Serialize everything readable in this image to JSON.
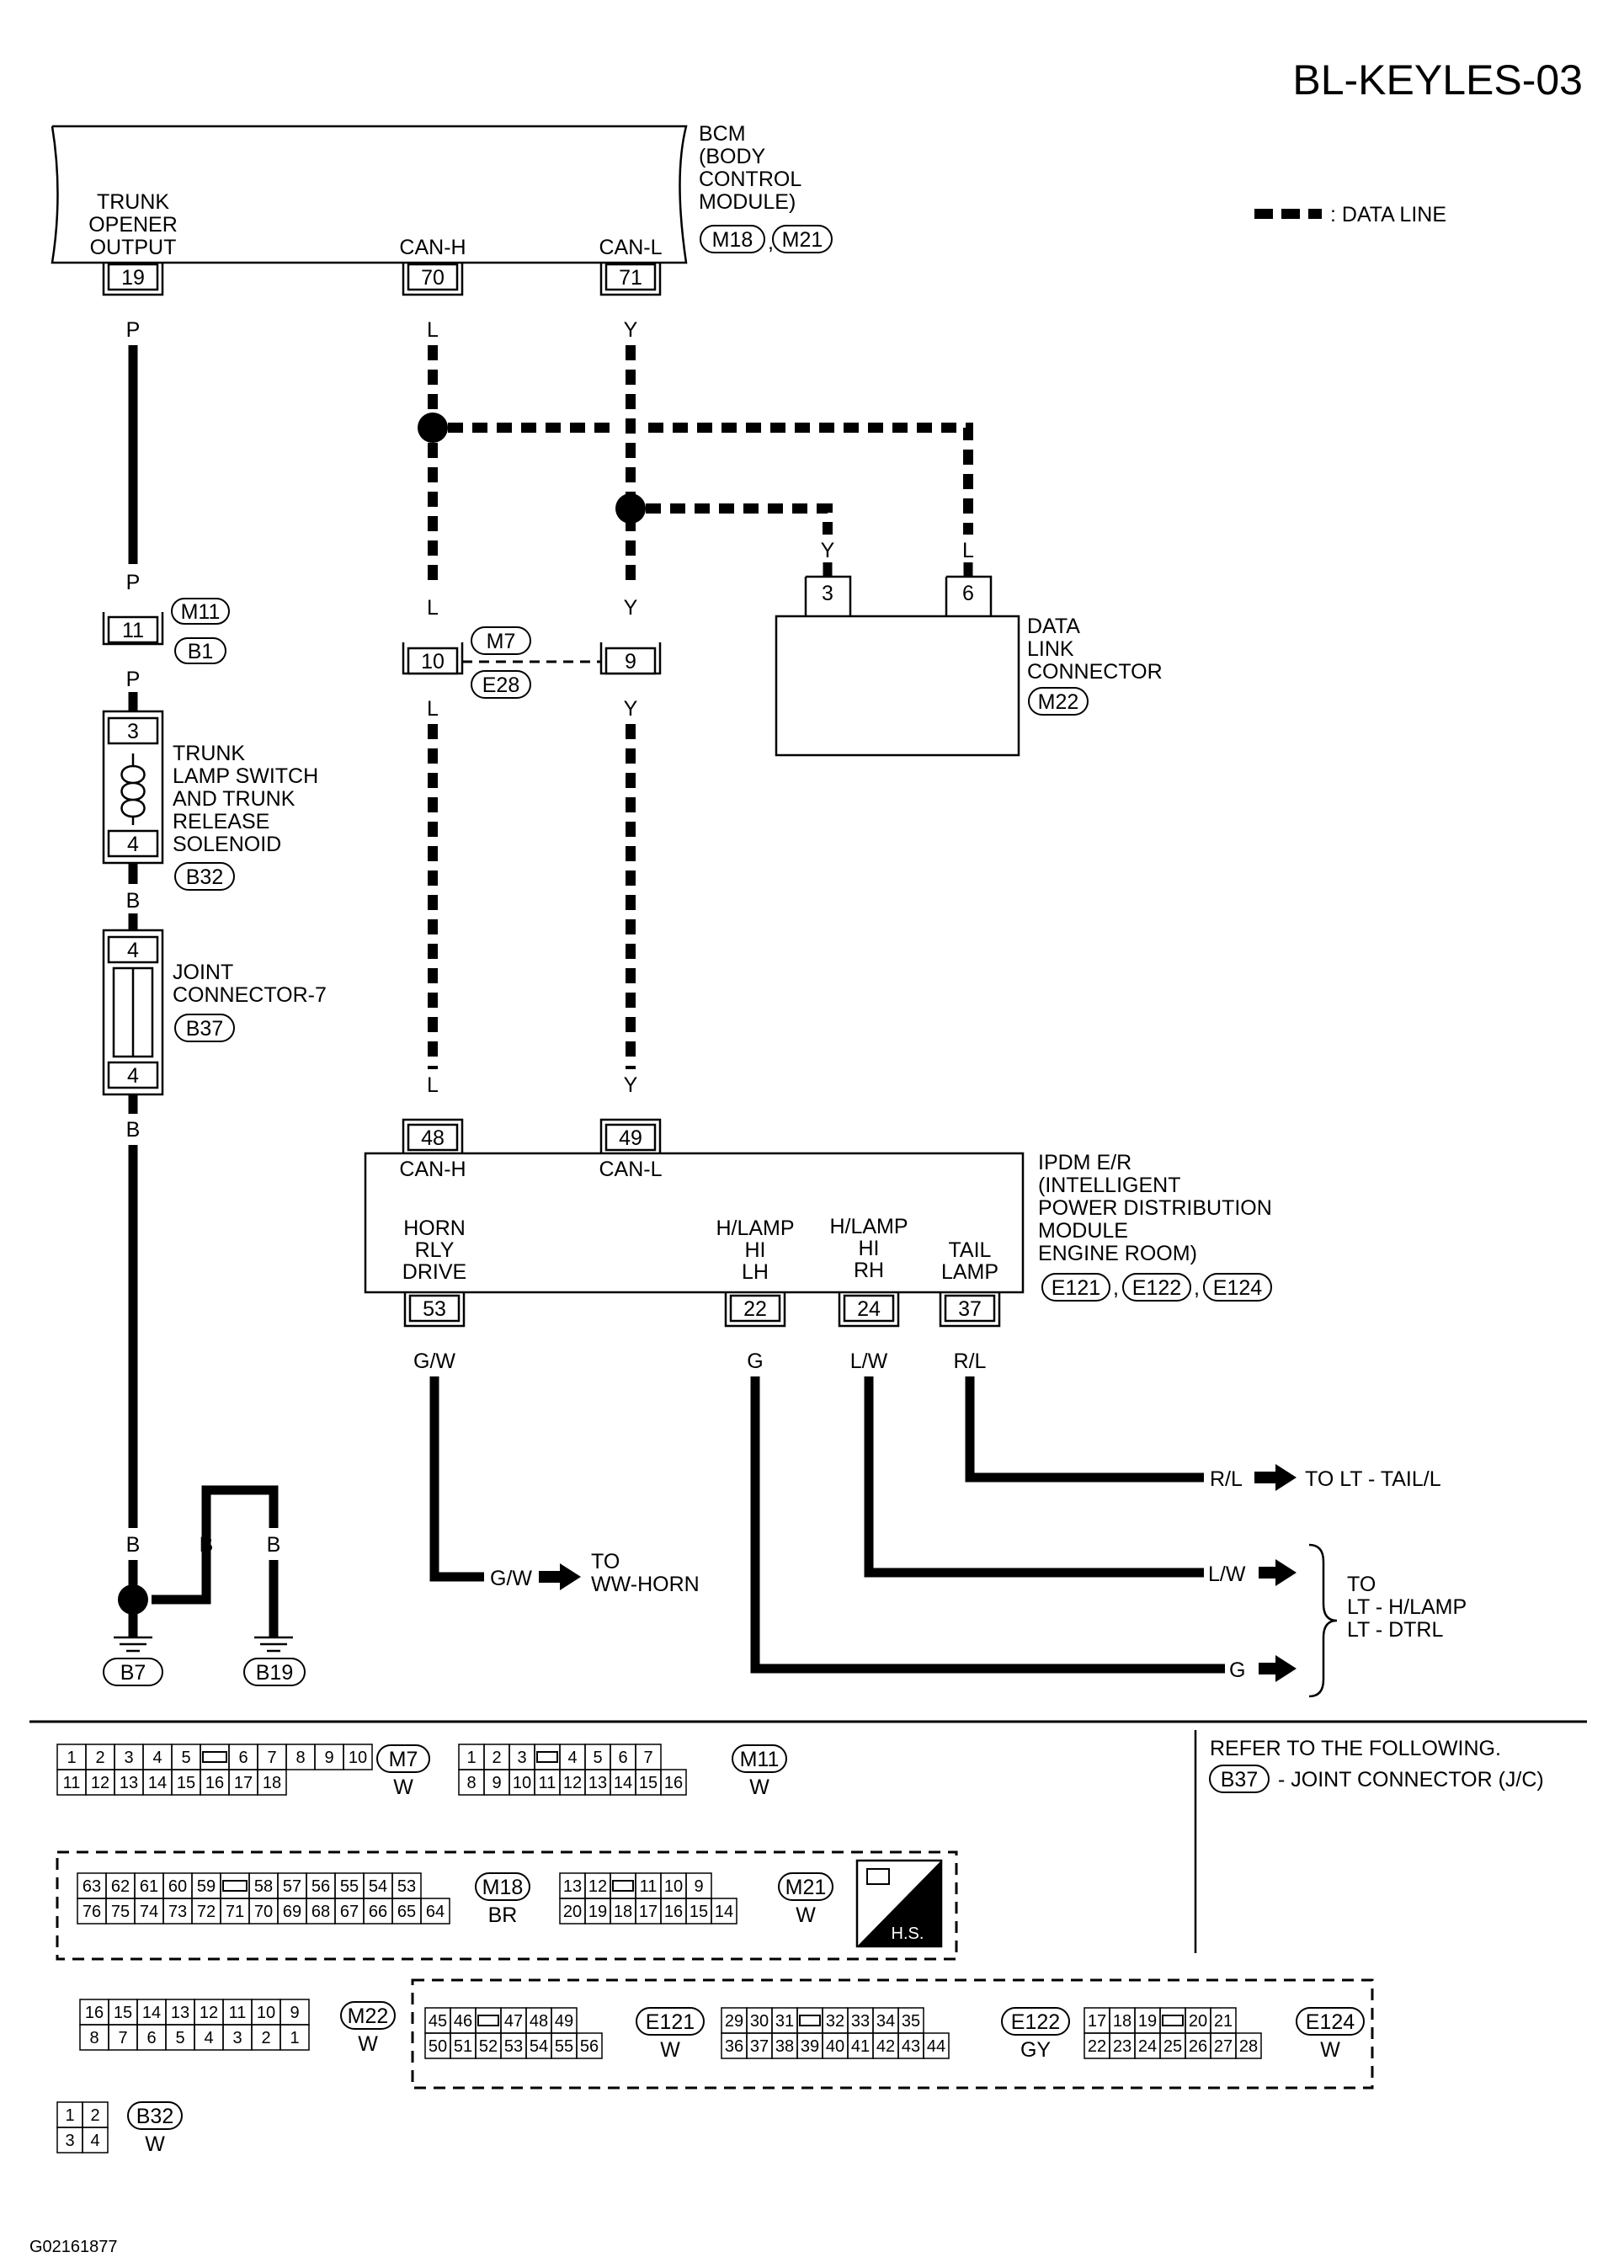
{
  "title": "BL-KEYLES-03",
  "figure_id": "G02161877",
  "legend": {
    "data_line": ": DATA LINE"
  },
  "bcm": {
    "lines": [
      "BCM",
      "(BODY",
      "CONTROL",
      "MODULE)"
    ],
    "connectors": [
      "M18",
      "M21"
    ],
    "pin_trunk_label": [
      "TRUNK",
      "OPENER",
      "OUTPUT"
    ],
    "pin_canh_label": "CAN-H",
    "pin_canl_label": "CAN-L",
    "pin_trunk": "19",
    "pin_canh": "70",
    "pin_canl": "71"
  },
  "wires": {
    "p": "P",
    "l": "L",
    "y": "Y",
    "b": "B",
    "gw": "G/W",
    "g": "G",
    "lw": "L/W",
    "rl": "R/L"
  },
  "dlc": {
    "lines": [
      "DATA",
      "LINK",
      "CONNECTOR"
    ],
    "connector": "M22",
    "pin3": "3",
    "pin6": "6"
  },
  "m11_b1": {
    "pin": "11",
    "conn1": "M11",
    "conn2": "B1"
  },
  "m7_e28": {
    "pin_l": "10",
    "pin_y": "9",
    "conn1": "M7",
    "conn2": "E28"
  },
  "trunk_sol": {
    "lines": [
      "TRUNK",
      "LAMP SWITCH",
      "AND TRUNK",
      "RELEASE",
      "SOLENOID"
    ],
    "connector": "B32",
    "pin_top": "3",
    "pin_bot": "4"
  },
  "joint7": {
    "lines": [
      "JOINT",
      "CONNECTOR-7"
    ],
    "connector": "B37",
    "pin_top": "4",
    "pin_bot": "4"
  },
  "ipdm": {
    "lines": [
      "IPDM E/R",
      "(INTELLIGENT",
      "POWER DISTRIBUTION",
      "MODULE",
      "ENGINE ROOM)"
    ],
    "connectors": [
      "E121",
      "E122",
      "E124"
    ],
    "pin_canh": "48",
    "pin_canl": "49",
    "label_canh": "CAN-H",
    "label_canl": "CAN-L",
    "horn": [
      "HORN",
      "RLY",
      "DRIVE"
    ],
    "hlh": [
      "H/LAMP",
      "HI",
      "LH"
    ],
    "hrh": [
      "H/LAMP",
      "HI",
      "RH"
    ],
    "tail": [
      "TAIL",
      "LAMP"
    ],
    "pin_horn": "53",
    "pin_hlh": "22",
    "pin_hrh": "24",
    "pin_tail": "37"
  },
  "destinations": {
    "ww_horn": [
      "TO",
      "WW-HORN"
    ],
    "lt_tail": "TO LT - TAIL/L",
    "lt_hlamp": [
      "TO",
      "LT - H/LAMP",
      "LT - DTRL"
    ]
  },
  "grounds": {
    "b7": "B7",
    "b19": "B19"
  },
  "refer": {
    "line1": "REFER TO THE FOLLOWING.",
    "conn": "B37",
    "line2": "- JOINT CONNECTOR (J/C)"
  },
  "hs_label": "H.S.",
  "connector_faces": [
    {
      "id": "M7",
      "color": "W",
      "rows": [
        [
          "1",
          "2",
          "3",
          "4",
          "5",
          "",
          "6",
          "7",
          "8",
          "9",
          "10"
        ],
        [
          "11",
          "12",
          "13",
          "14",
          "15",
          "16",
          "17",
          "18"
        ]
      ]
    },
    {
      "id": "M11",
      "color": "W",
      "rows": [
        [
          "1",
          "2",
          "3",
          "",
          "4",
          "5",
          "6",
          "7"
        ],
        [
          "8",
          "9",
          "10",
          "11",
          "12",
          "13",
          "14",
          "15",
          "16"
        ]
      ]
    },
    {
      "id": "M18",
      "color": "BR",
      "rows": [
        [
          "63",
          "62",
          "61",
          "60",
          "59",
          "",
          "58",
          "57",
          "56",
          "55",
          "54",
          "53"
        ],
        [
          "76",
          "75",
          "74",
          "73",
          "72",
          "71",
          "70",
          "69",
          "68",
          "67",
          "66",
          "65",
          "64"
        ]
      ]
    },
    {
      "id": "M21",
      "color": "W",
      "rows": [
        [
          "13",
          "12",
          "",
          "11",
          "10",
          "9"
        ],
        [
          "20",
          "19",
          "18",
          "17",
          "16",
          "15",
          "14"
        ]
      ]
    },
    {
      "id": "M22",
      "color": "W",
      "rows": [
        [
          "16",
          "15",
          "14",
          "13",
          "12",
          "11",
          "10",
          "9"
        ],
        [
          "8",
          "7",
          "6",
          "5",
          "4",
          "3",
          "2",
          "1"
        ]
      ]
    },
    {
      "id": "E121",
      "color": "W",
      "rows": [
        [
          "45",
          "46",
          "",
          "47",
          "48",
          "49"
        ],
        [
          "50",
          "51",
          "52",
          "53",
          "54",
          "55",
          "56"
        ]
      ]
    },
    {
      "id": "E122",
      "color": "GY",
      "rows": [
        [
          "29",
          "30",
          "31",
          "",
          "32",
          "33",
          "34",
          "35"
        ],
        [
          "36",
          "37",
          "38",
          "39",
          "40",
          "41",
          "42",
          "43",
          "44"
        ]
      ]
    },
    {
      "id": "E124",
      "color": "W",
      "rows": [
        [
          "17",
          "18",
          "19",
          "",
          "20",
          "21"
        ],
        [
          "22",
          "23",
          "24",
          "25",
          "26",
          "27",
          "28"
        ]
      ]
    },
    {
      "id": "B32",
      "color": "W",
      "rows": [
        [
          "1",
          "2"
        ],
        [
          "3",
          "4"
        ]
      ]
    }
  ]
}
